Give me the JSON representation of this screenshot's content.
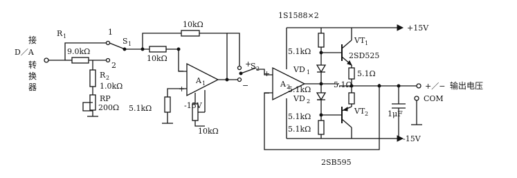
{
  "left_label": {
    "line1": "接",
    "line2": "D／A",
    "line3": "转",
    "line4": "换",
    "line5": "器"
  },
  "components": {
    "R1": {
      "name": "R",
      "sub": "1"
    },
    "R1_value": "9.0kΩ",
    "R2": {
      "name": "R",
      "sub": "2"
    },
    "R2_value": "1.0kΩ",
    "RP": {
      "name": "RP",
      "value": "200Ω"
    },
    "S1": {
      "name": "S",
      "sub": "1",
      "pos1": "1",
      "pos2": "2"
    },
    "A1": {
      "name": "A",
      "sub": "1"
    },
    "R_in": "10kΩ",
    "R_fb": "10kΩ",
    "R_bias": "5.1kΩ",
    "R_trim": "10kΩ",
    "trim_supply": "-15V",
    "S2": {
      "name": "S",
      "sub": "2"
    },
    "A2": {
      "name": "A",
      "sub": "2"
    },
    "diodes_note": "1S1588×2",
    "VD1": {
      "name": "VD",
      "sub": "1"
    },
    "VD2": {
      "name": "VD",
      "sub": "2"
    },
    "R_top": "5.1kΩ",
    "R_mid_top": "5.1kΩ",
    "R_mid_bot": "5.1kΩ",
    "R_bot": "5.1kΩ",
    "R_e1": "5.1Ω",
    "R_e2": "5.1Ω",
    "VT1": {
      "name": "VT",
      "sub": "1",
      "model": "2SD525"
    },
    "VT2": {
      "name": "VT",
      "sub": "2",
      "model": "2SB595"
    },
    "cap": "1μF"
  },
  "rails": {
    "pos": "+15V",
    "neg": "-15V"
  },
  "signs": {
    "plus": "+",
    "minus": "−"
  },
  "output": {
    "sign": "+／−",
    "label": "输出电压",
    "com": "COM"
  }
}
